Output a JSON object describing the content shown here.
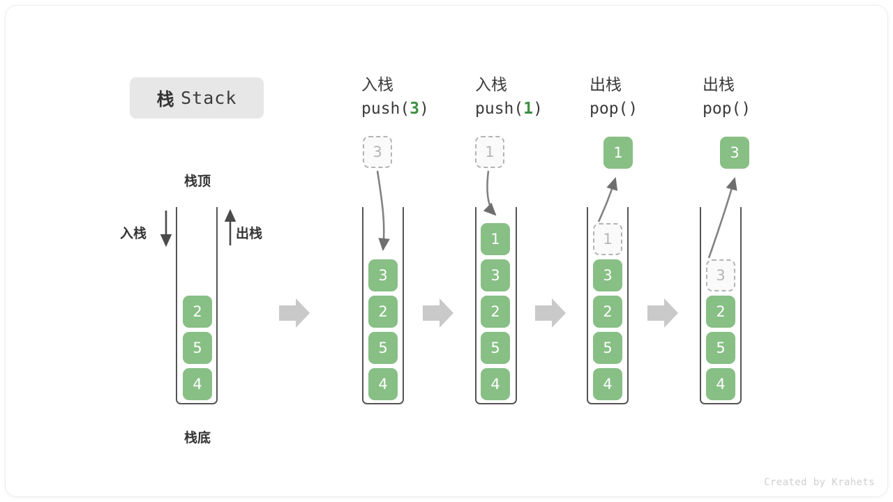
{
  "title": {
    "cjk": "栈",
    "latin": "Stack"
  },
  "labels": {
    "top": "栈顶",
    "bottom": "栈底",
    "push_side": "入栈",
    "pop_side": "出栈"
  },
  "credit": "Created by Krahets",
  "colors": {
    "element_green": "#87bf85",
    "arg_green": "#3e8e41",
    "ghost_fill": "#fafafa",
    "ghost_border": "#b3b3b3",
    "ghost_text": "#b5b5b5",
    "wall": "#555555",
    "step_arrow": "#c9c9c9",
    "badge_bg": "#e7e7e7",
    "text": "#3a3a3a",
    "credit": "#cfcfcf"
  },
  "initial_stack": {
    "name": "initial",
    "elements": [
      "2",
      "5",
      "4"
    ]
  },
  "steps": [
    {
      "id": "push-3",
      "op_cjk": "入栈",
      "op_code_prefix": "push(",
      "op_code_arg": "3",
      "op_code_suffix": ")",
      "floating": {
        "value": "3",
        "style": "ghost"
      },
      "stack": [
        {
          "value": "3",
          "style": "filled"
        },
        {
          "value": "2",
          "style": "filled"
        },
        {
          "value": "5",
          "style": "filled"
        },
        {
          "value": "4",
          "style": "filled"
        }
      ]
    },
    {
      "id": "push-1",
      "op_cjk": "入栈",
      "op_code_prefix": "push(",
      "op_code_arg": "1",
      "op_code_suffix": ")",
      "floating": {
        "value": "1",
        "style": "ghost"
      },
      "stack": [
        {
          "value": "1",
          "style": "filled"
        },
        {
          "value": "3",
          "style": "filled"
        },
        {
          "value": "2",
          "style": "filled"
        },
        {
          "value": "5",
          "style": "filled"
        },
        {
          "value": "4",
          "style": "filled"
        }
      ]
    },
    {
      "id": "pop-1",
      "op_cjk": "出栈",
      "op_code_prefix": "pop(",
      "op_code_arg": "",
      "op_code_suffix": ")",
      "floating": {
        "value": "1",
        "style": "filled"
      },
      "stack": [
        {
          "value": "1",
          "style": "ghost"
        },
        {
          "value": "3",
          "style": "filled"
        },
        {
          "value": "2",
          "style": "filled"
        },
        {
          "value": "5",
          "style": "filled"
        },
        {
          "value": "4",
          "style": "filled"
        }
      ]
    },
    {
      "id": "pop-3",
      "op_cjk": "出栈",
      "op_code_prefix": "pop(",
      "op_code_arg": "",
      "op_code_suffix": ")",
      "floating": {
        "value": "3",
        "style": "filled"
      },
      "stack": [
        {
          "value": "3",
          "style": "ghost"
        },
        {
          "value": "2",
          "style": "filled"
        },
        {
          "value": "5",
          "style": "filled"
        },
        {
          "value": "4",
          "style": "filled"
        }
      ]
    }
  ]
}
